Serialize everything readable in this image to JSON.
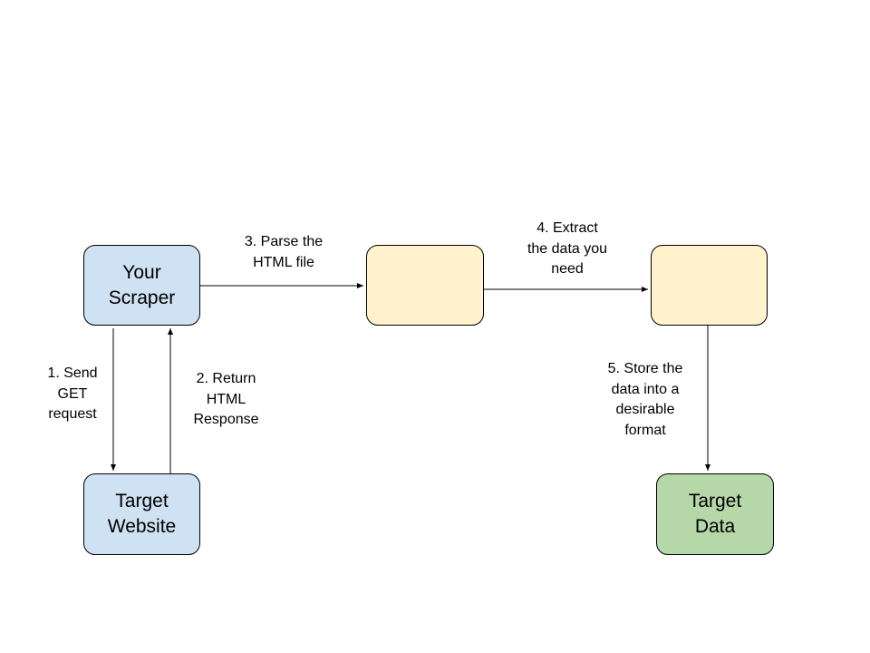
{
  "colors": {
    "blue_fill": "#cfe2f3",
    "yellow_fill": "#fff2cc",
    "green_fill": "#b6d7a8",
    "stroke": "#000000"
  },
  "nodes": {
    "scraper": {
      "text": "Your\nScraper"
    },
    "website": {
      "text": "Target\nWebsite"
    },
    "html_file": {
      "text": ""
    },
    "extracted_data": {
      "text": ""
    },
    "target_data": {
      "text": "Target\nData"
    }
  },
  "edges": {
    "send_get": {
      "label": "1. Send\nGET\nrequest"
    },
    "return_html": {
      "label": "2. Return\nHTML\nResponse"
    },
    "parse_html": {
      "label": "3. Parse the\nHTML file"
    },
    "extract_data": {
      "label": "4. Extract\nthe data you\nneed"
    },
    "store_data": {
      "label": "5. Store the\ndata into a\ndesirable\nformat"
    }
  }
}
